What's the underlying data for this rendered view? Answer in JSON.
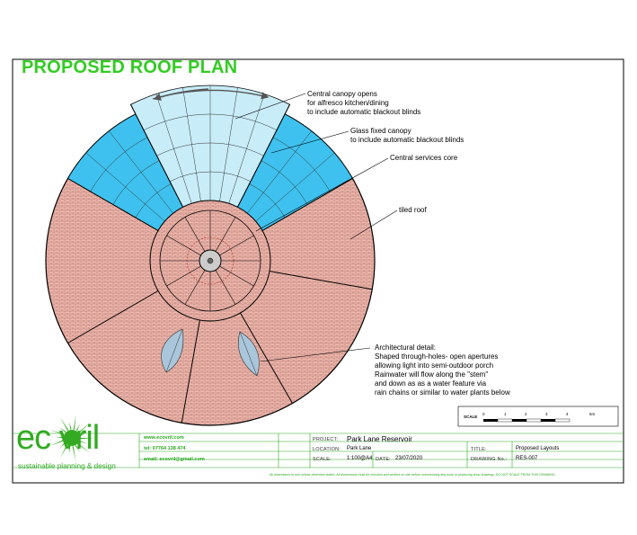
{
  "drawing": {
    "title": "PROPOSED ROOF PLAN",
    "annotations": {
      "canopy_opens": [
        "Central canopy opens",
        "for alfresco kitchen/dining",
        "to include automatic blackout blinds"
      ],
      "glass_canopy": [
        "Glass fixed canopy",
        "to include automatic blackout blinds"
      ],
      "services_core": [
        "Central services core"
      ],
      "tiled_roof": [
        "tiled roof"
      ],
      "arch_detail": [
        "Architectural detail:",
        "Shaped through-holes- open apertures",
        "allowing light into semi-outdoor porch",
        "Rainwater will flow along the \"stem\"",
        "and down as as a water feature via",
        "rain chains or similar to water plants below"
      ]
    },
    "scale_bar": {
      "label": "SCALE",
      "ticks": [
        "0",
        "1",
        "2",
        "3",
        "4",
        "5m"
      ]
    }
  },
  "title_block": {
    "company": {
      "logo_text": "ec  vril",
      "tagline": "sustainable planning & design",
      "website": "www.ecovril.com",
      "tel": "tel: 07764 138 474",
      "email": "email: ecovril@gmail.com"
    },
    "project_label": "PROJECT:",
    "project_value": "Park Lane Reservoir",
    "location_label": "LOCATION:",
    "location_value": "Park Lane",
    "title_label": "TITLE:",
    "title_value": "Proposed Layouts",
    "scale_label": "SCALE:",
    "scale_value": "1:100@A4",
    "date_label": "DATE:",
    "date_value": "23/07/2020",
    "drawing_no_label": "DRAWING No.:",
    "drawing_no_value": "RES-007",
    "footer_note": "All dimensions in mm unless otherwise stated. All dimensions must be checked and verified on site before commencing any work or producing shop drawings. DO NOT SCALE FROM THIS DRAWING."
  },
  "colors": {
    "green": "#33cc22",
    "glass_blue": "#3ec1ee",
    "open_canopy_blue": "#c8ecf8",
    "tile_pink": "#f2b8ae",
    "core_grey": "#cccccc"
  }
}
